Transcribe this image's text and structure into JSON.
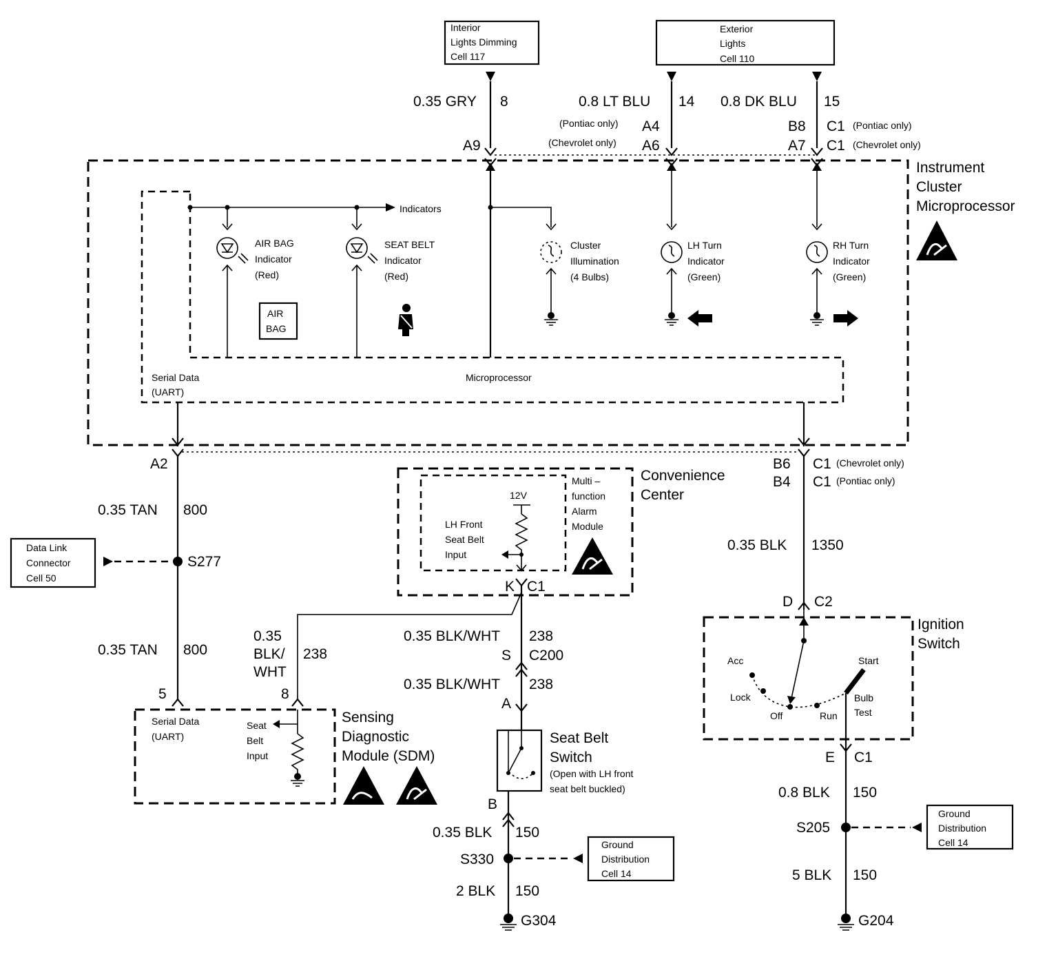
{
  "sources": {
    "interior": [
      "Interior",
      "Lights Dimming",
      "Cell 117"
    ],
    "exterior": [
      "Exterior",
      "Lights",
      "Cell 110"
    ]
  },
  "wires": {
    "gry": [
      "0.35 GRY",
      "8"
    ],
    "ltblu": [
      "0.8 LT BLU",
      "14"
    ],
    "dkblu": [
      "0.8 DK BLU",
      "15"
    ],
    "tan_top": [
      "0.35 TAN",
      "800"
    ],
    "tan_bot": [
      "0.35 TAN",
      "800"
    ],
    "blk1350": [
      "0.35 BLK",
      "1350"
    ],
    "sdm238": [
      "0.35",
      "BLK/",
      "WHT",
      "238"
    ],
    "bw1": [
      "0.35 BLK/WHT",
      "238"
    ],
    "bw2": [
      "0.35 BLK/WHT",
      "238"
    ],
    "b150a": [
      "0.35 BLK",
      "150"
    ],
    "b150b": [
      "2 BLK",
      "150"
    ],
    "b150c": [
      "0.8 BLK",
      "150"
    ],
    "b150d": [
      "5 BLK",
      "150"
    ]
  },
  "pins": {
    "a9": "A9",
    "a4": "A4",
    "a6": "A6",
    "pontiac_only": "(Pontiac only)",
    "chevrolet_only": "(Chevrolet only)",
    "b8": "B8",
    "a7": "A7",
    "c1": "C1",
    "a2": "A2",
    "b6": "B6",
    "b4": "B4",
    "k": "K",
    "c1b": "C1",
    "s": "S",
    "c200": "C200",
    "a": "A",
    "b": "B",
    "d": "D",
    "c2": "C2",
    "e": "E",
    "c1c": "C1",
    "p5": "5",
    "p8": "8"
  },
  "cluster": {
    "title": [
      "Instrument",
      "Cluster",
      "Microprocessor"
    ],
    "indicators": "Indicators",
    "airbag": [
      "AIR BAG",
      "Indicator",
      "(Red)"
    ],
    "seatbelt": [
      "SEAT BELT",
      "Indicator",
      "(Red)"
    ],
    "illum": [
      "Cluster",
      "Illumination",
      "(4 Bulbs)"
    ],
    "lh": [
      "LH Turn",
      "Indicator",
      "(Green)"
    ],
    "rh": [
      "RH Turn",
      "Indicator",
      "(Green)"
    ],
    "airbag_badge": [
      "AIR",
      "BAG"
    ],
    "serial": [
      "Serial Data",
      "(UART)"
    ],
    "micro": "Microprocessor"
  },
  "convenience": {
    "title": [
      "Convenience",
      "Center"
    ],
    "module": [
      "Multi –",
      "function",
      "Alarm",
      "Module"
    ],
    "v12": "12V",
    "input": [
      "LH Front",
      "Seat Belt",
      "Input"
    ]
  },
  "sdm": {
    "title": [
      "Sensing",
      "Diagnostic",
      "Module (SDM)"
    ],
    "serial": [
      "Serial Data",
      "(UART)"
    ],
    "input": [
      "Seat",
      "Belt",
      "Input"
    ]
  },
  "splices": {
    "s277": "S277",
    "s330": "S330",
    "s205": "S205"
  },
  "grounds": {
    "g304": "G304",
    "g204": "G204"
  },
  "dlc": [
    "Data Link",
    "Connector",
    "Cell 50"
  ],
  "gd1": [
    "Ground",
    "Distribution",
    "Cell 14"
  ],
  "gd2": [
    "Ground",
    "Distribution",
    "Cell 14"
  ],
  "seatbelt_switch": [
    "Seat Belt",
    "Switch",
    "(Open with LH front",
    "seat belt buckled)"
  ],
  "ignition": {
    "title": [
      "Ignition",
      "Switch"
    ],
    "acc": "Acc",
    "lock": "Lock",
    "off": "Off",
    "run": "Run",
    "start": "Start",
    "bulb": [
      "Bulb",
      "Test"
    ]
  }
}
